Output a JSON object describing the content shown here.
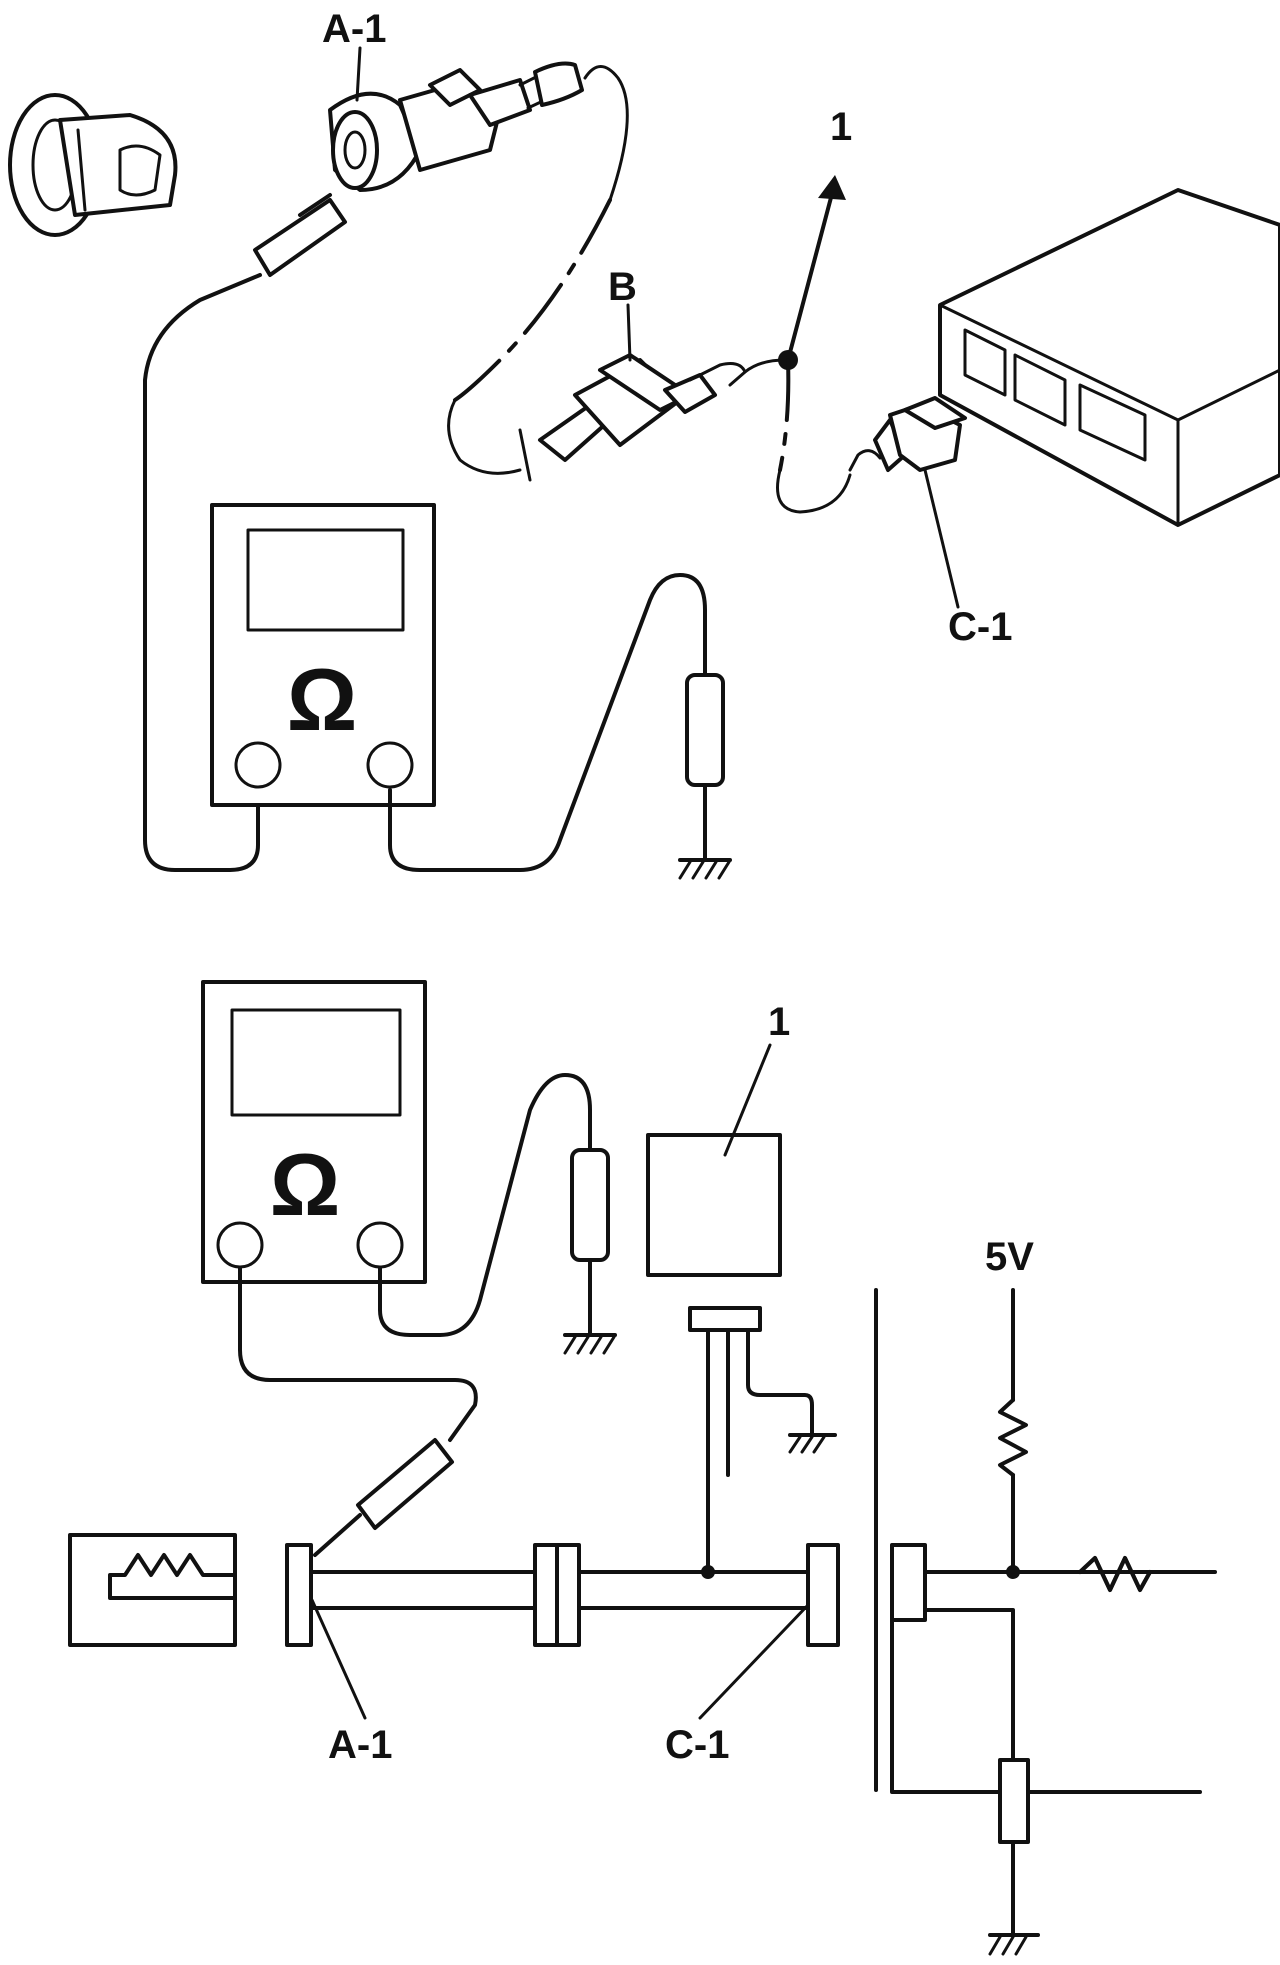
{
  "top_view": {
    "label_a1": "A-1",
    "label_b": "B",
    "label_1": "1",
    "label_c1": "C-1",
    "meter_symbol": "Ω"
  },
  "bottom_view": {
    "label_a1": "A-1",
    "label_c1": "C-1",
    "label_1": "1",
    "label_5v": "5V",
    "meter_symbol": "Ω"
  },
  "icons": [
    "ground-icon",
    "resistor-icon",
    "ohmmeter-icon",
    "sensor-icon",
    "connector-icon"
  ]
}
